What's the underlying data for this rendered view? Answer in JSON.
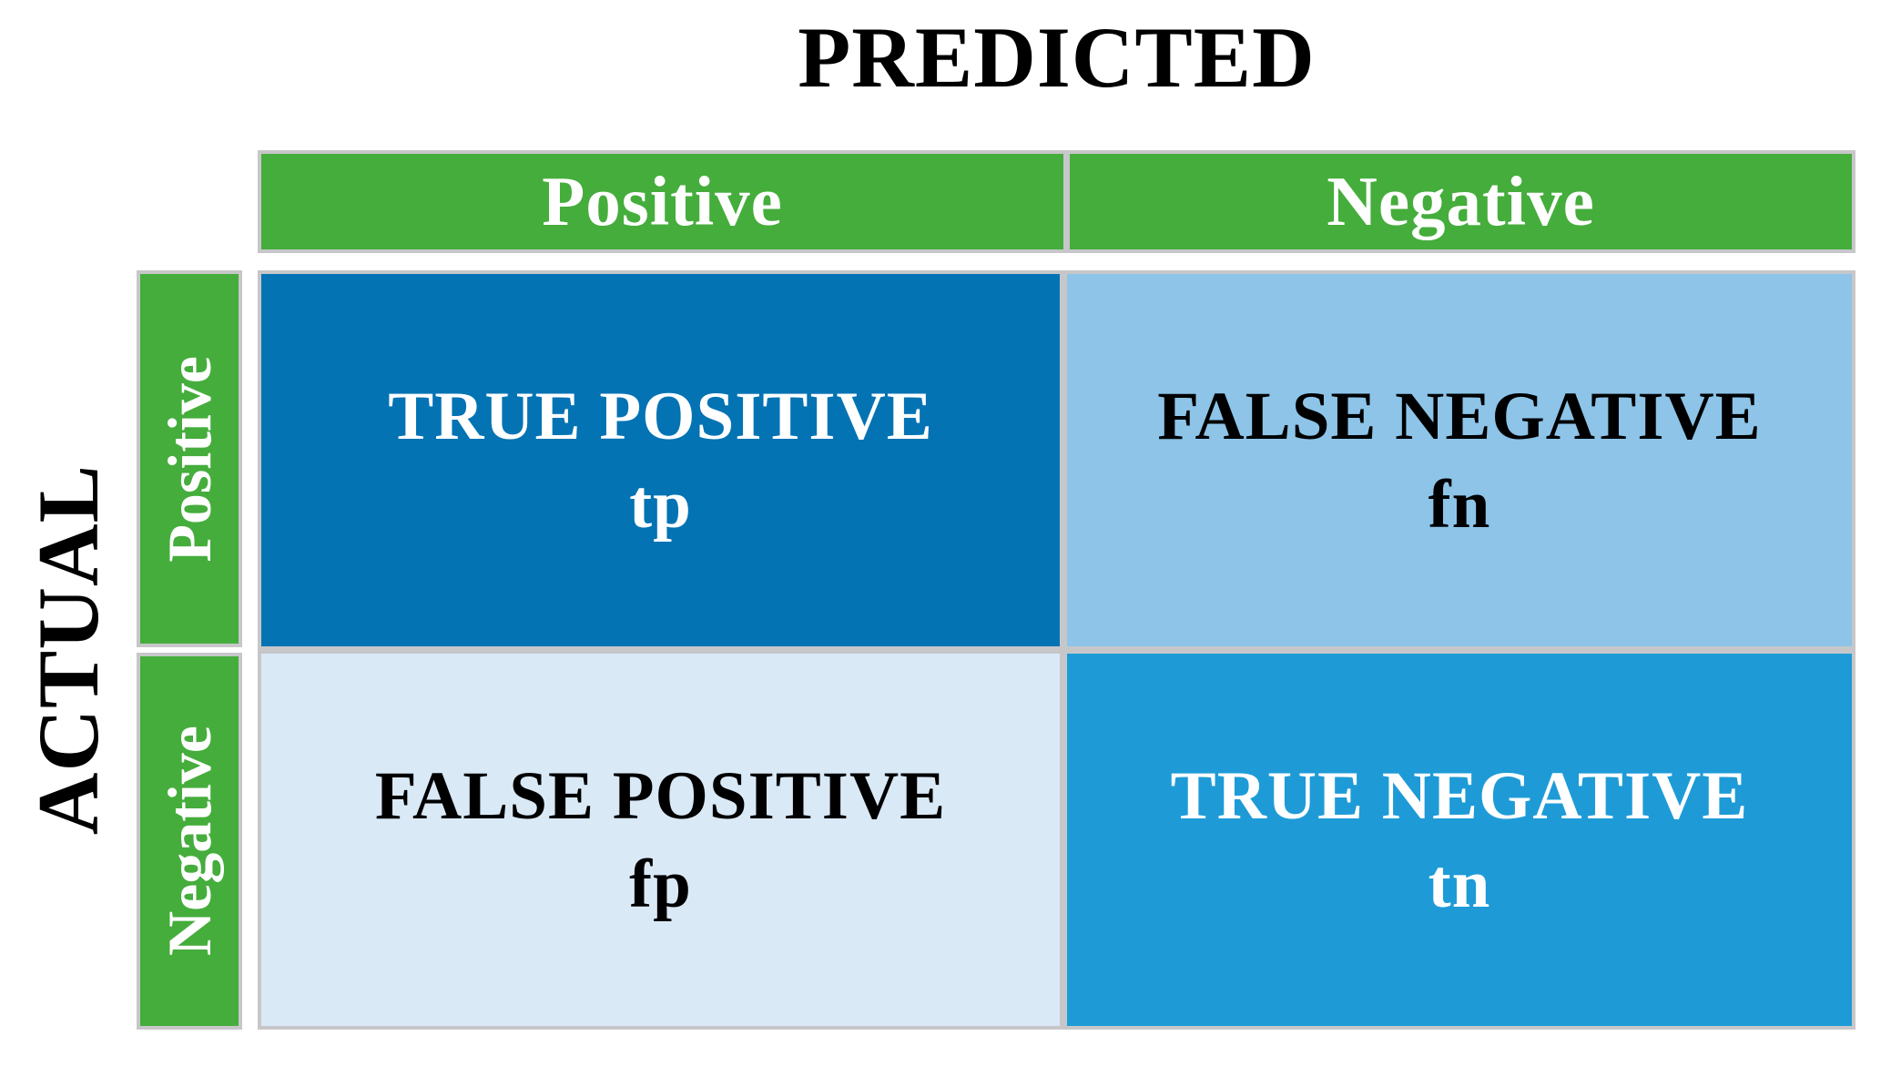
{
  "predicted_axis": {
    "title": "PREDICTED",
    "columns": [
      "Positive",
      "Negative"
    ]
  },
  "actual_axis": {
    "title": "ACTUAL",
    "rows": [
      "Positive",
      "Negative"
    ]
  },
  "matrix": {
    "true_positive": {
      "label": "TRUE POSITIVE",
      "abbr": "tp"
    },
    "false_negative": {
      "label": "FALSE NEGATIVE",
      "abbr": "fn"
    },
    "false_positive": {
      "label": "FALSE POSITIVE",
      "abbr": "fp"
    },
    "true_negative": {
      "label": "TRUE NEGATIVE",
      "abbr": "tn"
    }
  },
  "colors": {
    "header_green": "#45AD3C",
    "border_grey": "#C7C7CA",
    "tp_blue": "#0473B4",
    "fn_blue": "#8DC4E8",
    "fp_blue": "#DAE9F6",
    "tn_blue": "#1E9BD7"
  }
}
